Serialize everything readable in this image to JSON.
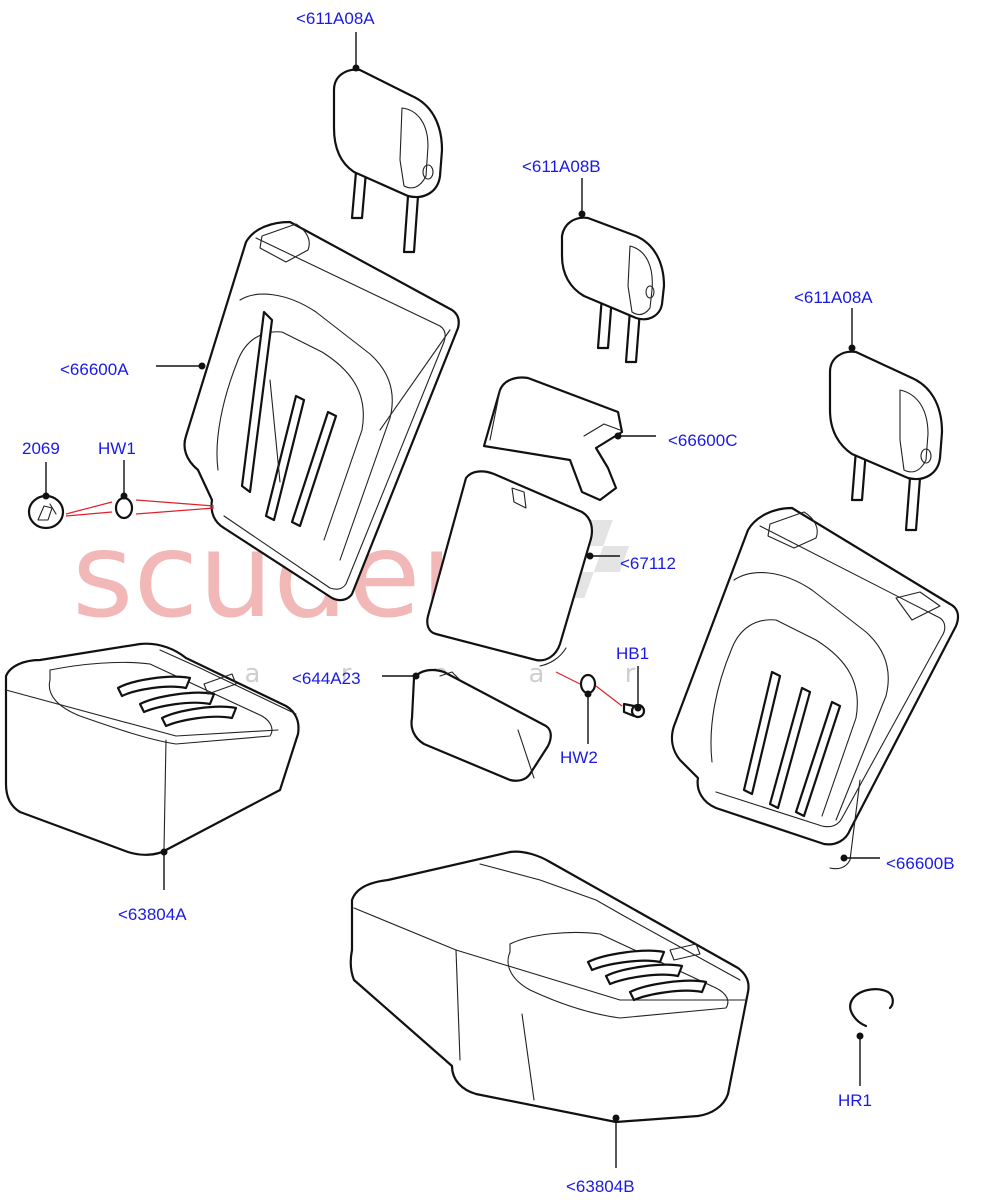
{
  "watermark": {
    "brand": "scuderia",
    "subtitle": "c a r p a r t s",
    "color_brand": "#f2b8b8",
    "color_subtitle": "#cfcfcf"
  },
  "callouts": {
    "headrest_left": "<611A08A",
    "headrest_center": "<611A08B",
    "headrest_right": "<611A08A",
    "backrest_left": "<66600A",
    "armrest_cover": "<66600C",
    "armrest_panel": "<67112",
    "armrest_trim": "<644A23",
    "backrest_right": "<66600B",
    "cushion_left": "<63804A",
    "cushion_right": "<63804B",
    "part_2069": "2069",
    "washer_hw1": "HW1",
    "bolt_hb1": "HB1",
    "washer_hw2": "HW2",
    "ring_hr1": "HR1"
  },
  "colors": {
    "callout_text": "#1a1ae6",
    "leader": "#111111",
    "red_leader": "#e0202a"
  }
}
